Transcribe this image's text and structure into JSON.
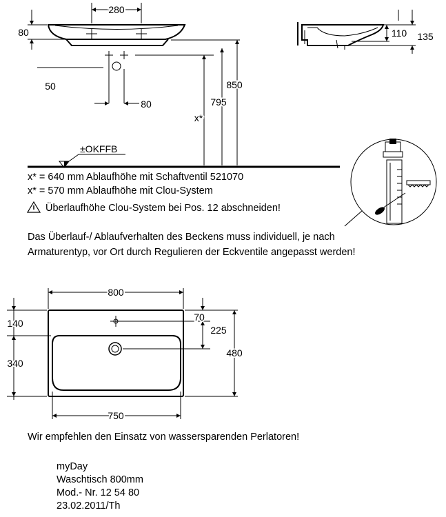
{
  "top_view_dims": {
    "tap_spacing": "280",
    "rim_height": "80",
    "drain_offset_left": "50",
    "drain_offset_right": "80",
    "height_850": "850",
    "height_795": "795",
    "x_star": "x*"
  },
  "side_view_dims": {
    "depth_110": "110",
    "depth_135": "135"
  },
  "floor_label": "±OKFFB",
  "notes": {
    "line1": "x* = 640 mm Ablaufhöhe mit Schaftventil 521070",
    "line2": "x* = 570 mm Ablaufhöhe mit Clou-System",
    "warning": "Überlaufhöhe Clou-System bei Pos. 12 abschneiden!",
    "overflow_line1": "Das Überlauf-/ Ablaufverhalten des Beckens muss individuell, je nach",
    "overflow_line2": "Armaturentyp, vor Ort durch Regulieren der Eckventile angepasst werden!"
  },
  "plan_view_dims": {
    "width_800": "800",
    "width_750": "750",
    "dim_140": "140",
    "dim_340": "340",
    "dim_70": "70",
    "dim_225": "225",
    "dim_480": "480"
  },
  "recommendation": "Wir empfehlen den Einsatz von wassersparenden Perlatoren!",
  "product": {
    "series": "myDay",
    "name": "Waschtisch 800mm",
    "model": "Mod.- Nr. 12 54 80",
    "date": "23.02.2011/Th"
  },
  "icons": [
    "warning-triangle-icon",
    "floor-level-marker-icon",
    "overflow-cutting-detail-icon"
  ]
}
